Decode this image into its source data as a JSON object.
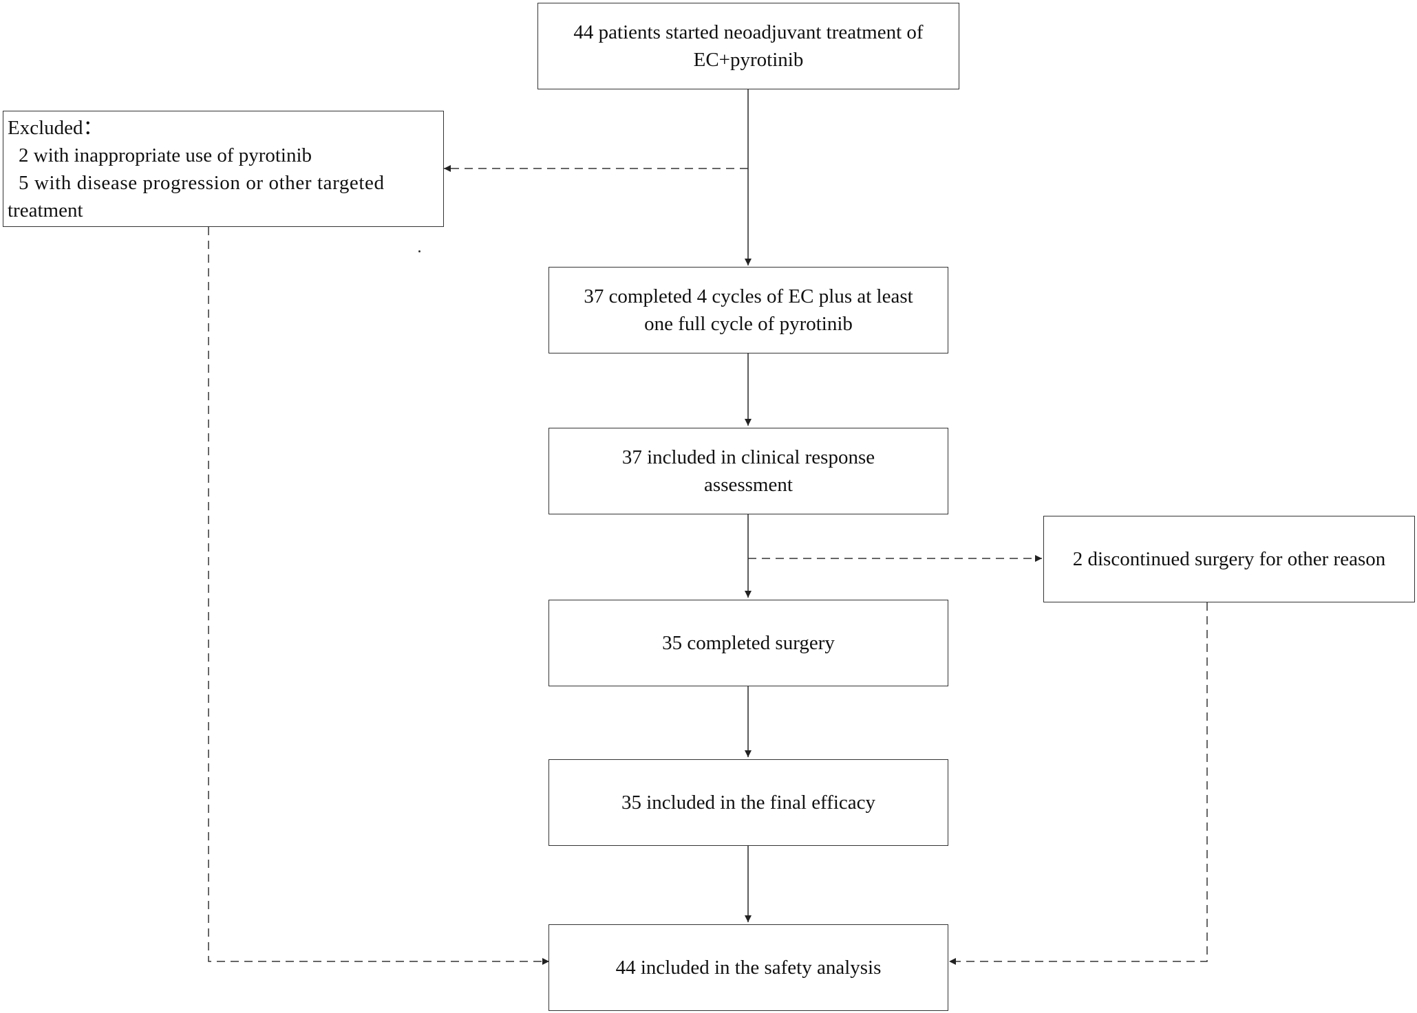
{
  "boxes": {
    "start": {
      "line1": "44 patients started neoadjuvant treatment of",
      "line2": "EC+pyrotinib"
    },
    "excluded": {
      "heading": "Excluded：",
      "item1": "2 with inappropriate use of pyrotinib",
      "item2": "5 with disease progression or other targeted",
      "item2_cont": "treatment"
    },
    "completed_cycles": {
      "line1": "37 completed 4 cycles of EC plus at least",
      "line2": "one full cycle of pyrotinib"
    },
    "clinical_response": {
      "line1": "37 included in clinical response",
      "line2": "assessment"
    },
    "discontinued": {
      "line1": "2 discontinued surgery for other reason"
    },
    "completed_surgery": {
      "line1": "35 completed surgery"
    },
    "final_efficacy": {
      "line1": "35 included in the final efficacy"
    },
    "safety": {
      "line1": "44 included in the safety analysis"
    }
  },
  "colors": {
    "line": "#333333",
    "box_border": "#333333",
    "text": "#111111"
  }
}
